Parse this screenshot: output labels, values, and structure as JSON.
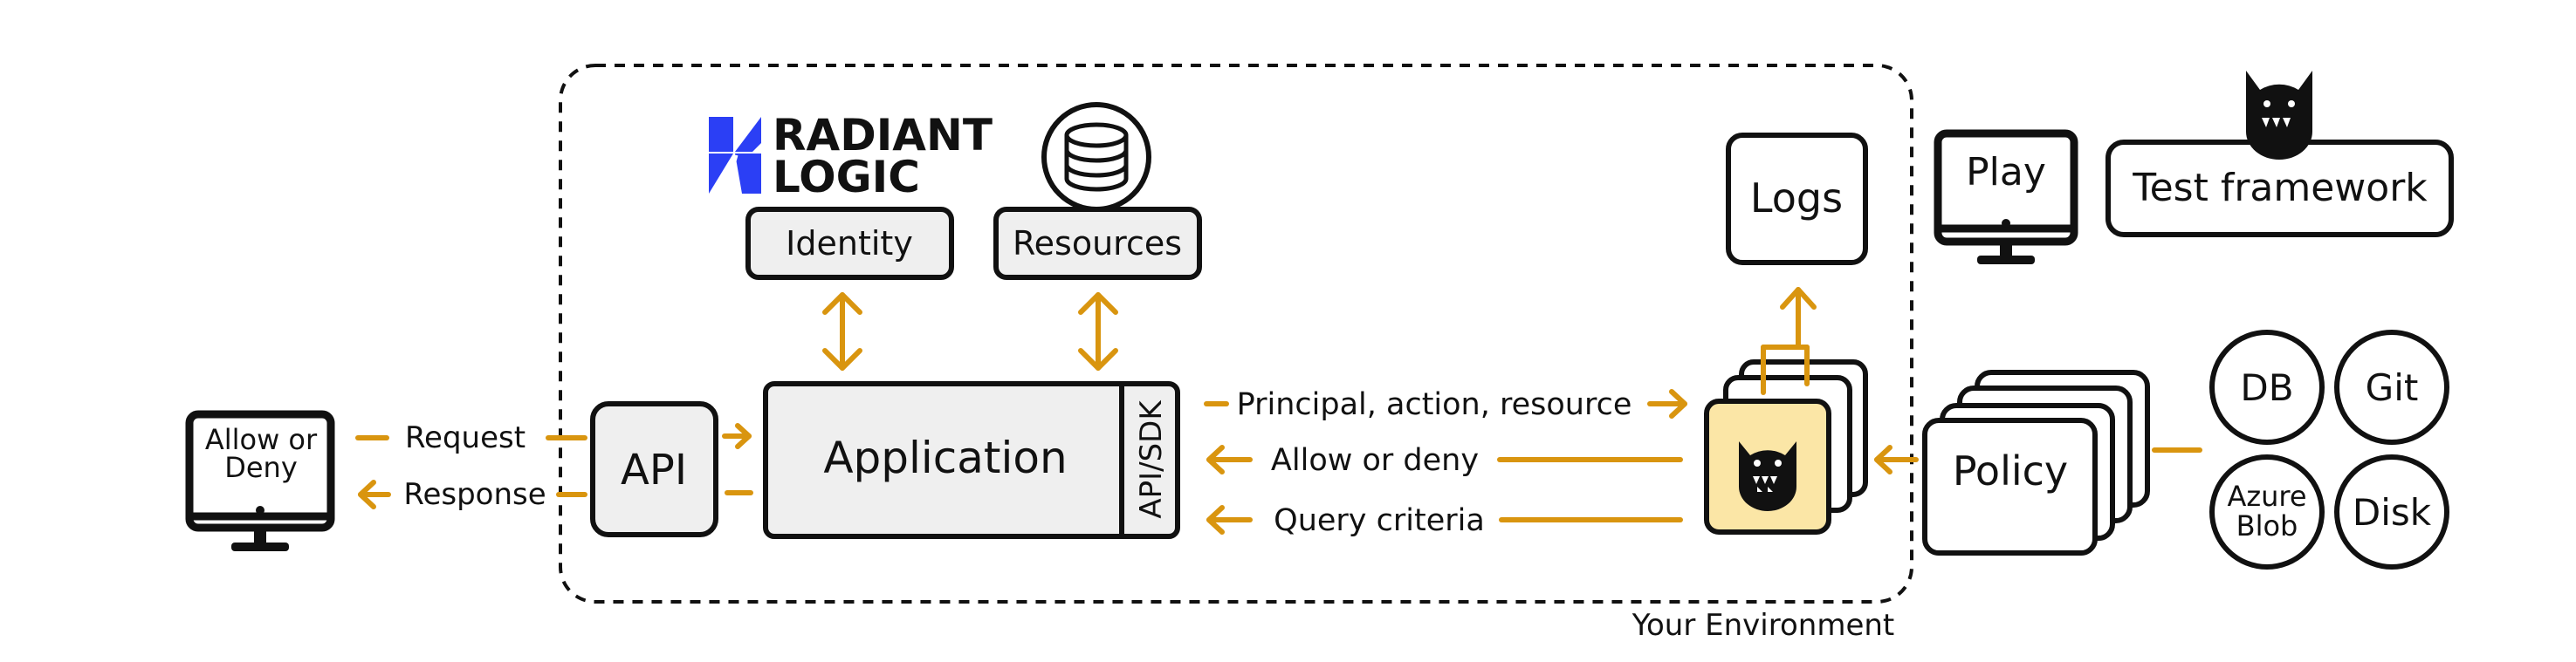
{
  "environment": {
    "label": "Your Environment"
  },
  "brand": {
    "line1": "RADIANT",
    "line2": "LOGIC"
  },
  "nodes": {
    "identity": "Identity",
    "resources": "Resources",
    "application": "Application",
    "sdk": "API/SDK",
    "api": "API",
    "client": {
      "line1": "Allow or",
      "line2": "Deny"
    },
    "logs": "Logs",
    "play": "Play",
    "test_framework": "Test framework",
    "policy": "Policy",
    "db": "DB",
    "git": "Git",
    "azure": {
      "line1": "Azure",
      "line2": "Blob"
    },
    "disk": "Disk"
  },
  "edges": {
    "request": "Request",
    "response": "Response",
    "principal": "Principal, action, resource",
    "allow_deny": "Allow or deny",
    "query": "Query criteria"
  },
  "colors": {
    "accent": "#d9950f",
    "agent_fill": "#fbe6a6",
    "box_gray": "#efefef",
    "brand_blue": "#2b3ff5"
  },
  "icons": {
    "agent": "monster-icon",
    "database": "database-icon",
    "monitor": "monitor-icon",
    "brand": "radiant-logic-logo"
  }
}
